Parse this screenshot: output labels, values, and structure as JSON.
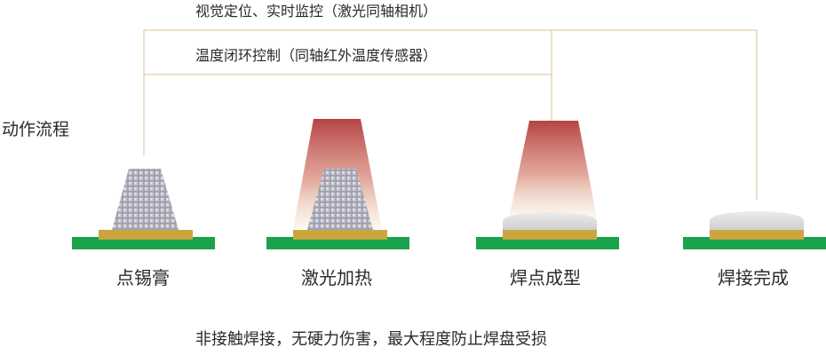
{
  "top": {
    "vision_label": "视觉定位、实时监控（激光同轴相机）",
    "temp_label": "温度闭环控制（同轴红外温度传感器）"
  },
  "side": {
    "flow_label": "动作流程"
  },
  "steps": [
    {
      "label": "点锡膏"
    },
    {
      "label": "激光加热"
    },
    {
      "label": "焊点成型"
    },
    {
      "label": "焊接完成"
    }
  ],
  "bottom": {
    "summary": "非接触焊接，无硬力伤害，最大程度防止焊盘受损"
  },
  "colors": {
    "line": "#d9c08c",
    "pcb": "#1aa34a",
    "pad": "#c9a640",
    "paste": "#a8a8b4",
    "laser": "#b03a3a",
    "solder": "#d8d8d8"
  }
}
